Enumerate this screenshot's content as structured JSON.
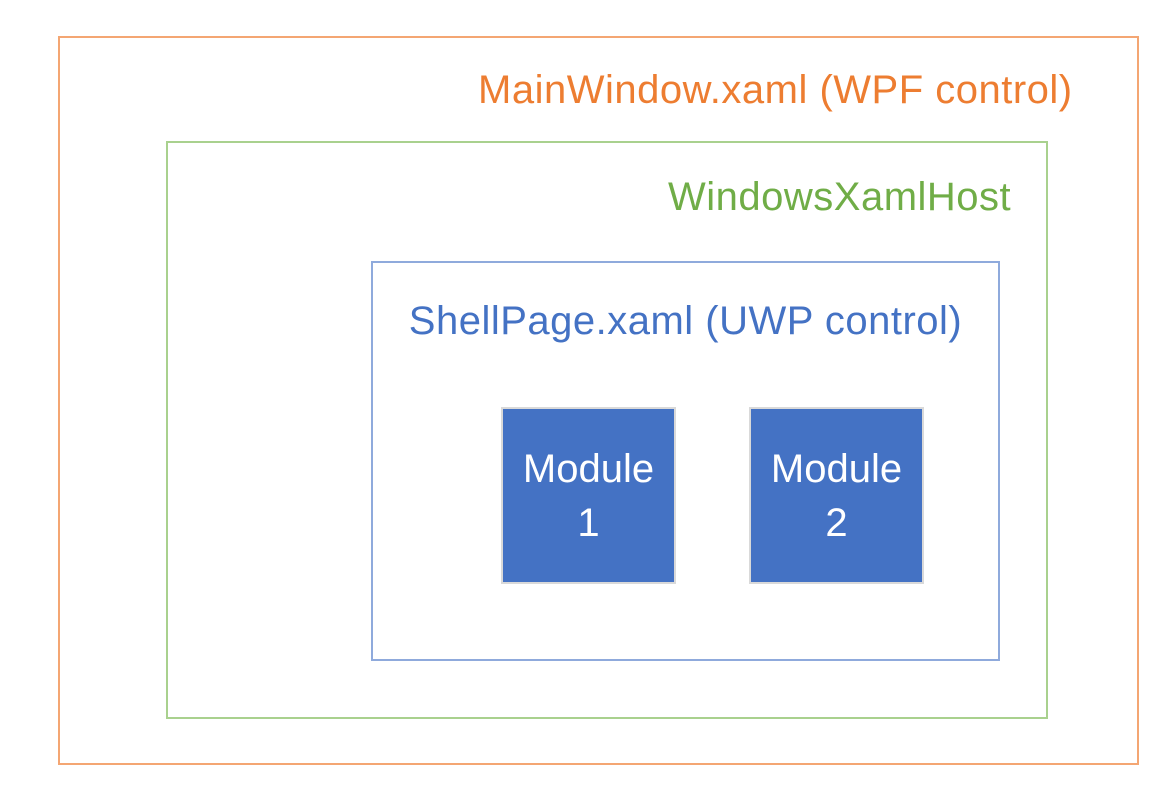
{
  "colors": {
    "orange_text": "#ED7D31",
    "orange_border": "#F4A673",
    "green_text": "#70AD47",
    "green_border": "#A9D18E",
    "blue_text": "#4472C4",
    "blue_border": "#8FAADC",
    "module_fill": "#4472C4",
    "module_border": "#D9D9D9",
    "module_text": "#FFFFFF"
  },
  "diagram": {
    "outer_box": {
      "label": "MainWindow.xaml (WPF control)"
    },
    "middle_box": {
      "label": "WindowsXamlHost"
    },
    "inner_box": {
      "label": "ShellPage.xaml (UWP control)"
    },
    "modules": [
      {
        "line1": "Module",
        "line2": "1"
      },
      {
        "line1": "Module",
        "line2": "2"
      }
    ]
  }
}
